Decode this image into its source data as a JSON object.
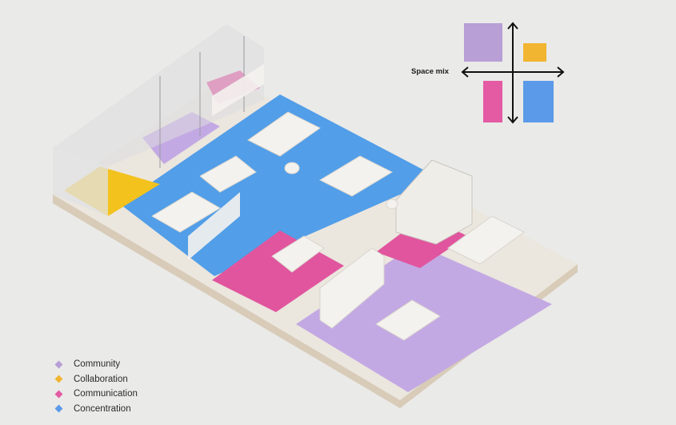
{
  "legend": {
    "items": [
      {
        "label": "Community",
        "color": "#b89fd6"
      },
      {
        "label": "Collaboration",
        "color": "#f2b531"
      },
      {
        "label": "Communication",
        "color": "#e45aa3"
      },
      {
        "label": "Concentration",
        "color": "#5b9ae8"
      }
    ]
  },
  "space_mix": {
    "label": "Space mix",
    "colors": {
      "community": "#b89fd6",
      "collaboration": "#f2b531",
      "communication": "#e45aa3",
      "concentration": "#5b9ae8"
    }
  },
  "zone_colors": {
    "community": "#c3a9e3",
    "collaboration": "#f3c21d",
    "communication": "#e1559e",
    "concentration": "#529ee8",
    "base_top": "#ebe6de",
    "base_side": "#d8cbb8"
  }
}
